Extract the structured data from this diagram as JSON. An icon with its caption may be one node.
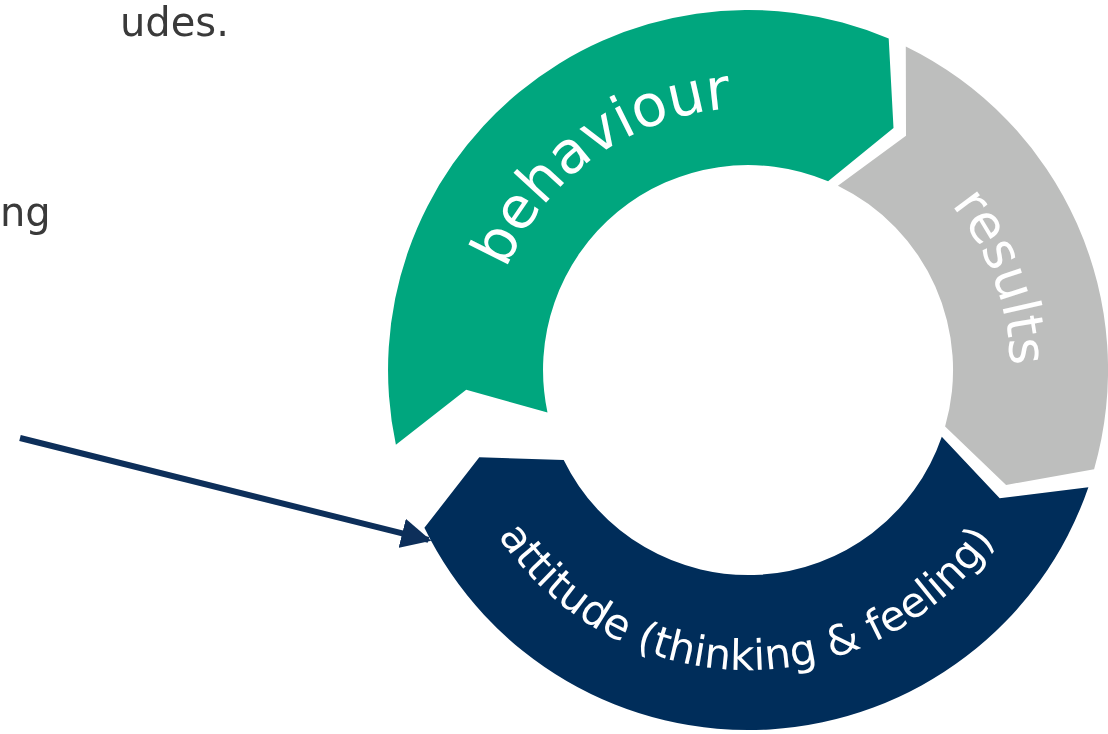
{
  "diagram": {
    "nodes": [
      {
        "text": [
          "behaviour"
        ]
      },
      {
        "text": [
          "results"
        ]
      },
      {
        "text": [
          "attitude (thinking & feeling)"
        ]
      }
    ],
    "edges": [
      {
        "from": null,
        "to": 2,
        "arrow": "to"
      }
    ],
    "labels": [
      "udes.",
      "ng"
    ]
  }
}
